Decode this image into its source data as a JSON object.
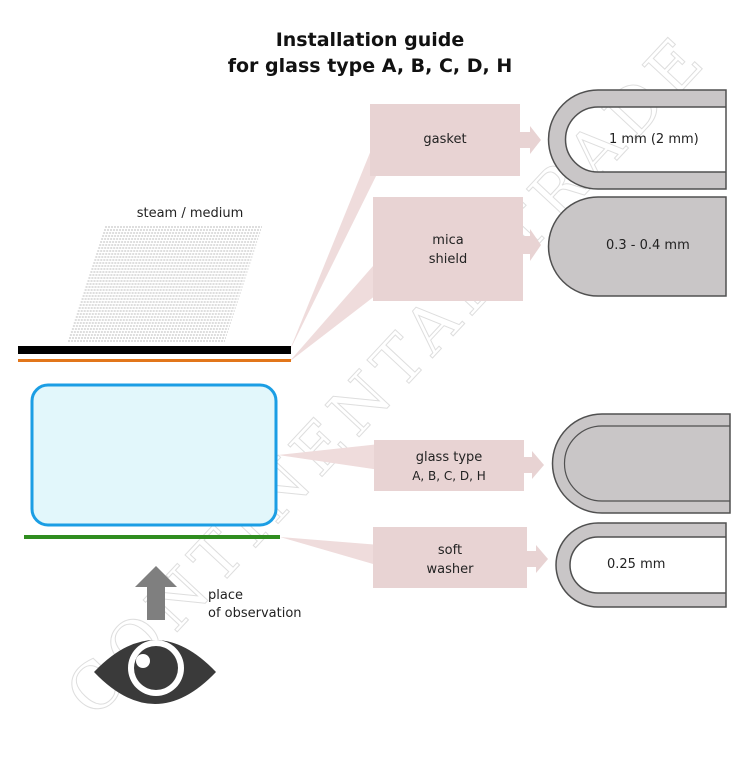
{
  "title": {
    "line1": "Installation guide",
    "line2": "for glass type A, B, C, D, H"
  },
  "watermark": "CONTINENTAL TRADE",
  "steam_label": "steam / medium",
  "observation": {
    "line1": "place",
    "line2": "of observation"
  },
  "callouts": {
    "gasket": {
      "label": "gasket",
      "thickness": "1 mm (2 mm)"
    },
    "mica": {
      "line1": "mica",
      "line2": "shield",
      "thickness": "0.3 - 0.4 mm"
    },
    "glass": {
      "line1": "glass type",
      "line2": "A, B, C, D, H"
    },
    "washer": {
      "line1": "soft",
      "line2": "washer",
      "thickness": "0.25 mm"
    }
  },
  "colors": {
    "callout_box": "#e8d3d3",
    "profile_fill": "#c9c6c7",
    "profile_stroke": "#505050",
    "glass_fill": "#e2f7fb",
    "glass_stroke": "#1b9ee4",
    "gasket_bar": "#000000",
    "mica_bar": "#e2761a",
    "washer_bar": "#2f8d1f",
    "arrow": "#7f7f7f",
    "eye": "#3a3a3a",
    "hatch": "#a8a8a8"
  },
  "icons": [
    "up-arrow-icon",
    "eye-icon"
  ]
}
